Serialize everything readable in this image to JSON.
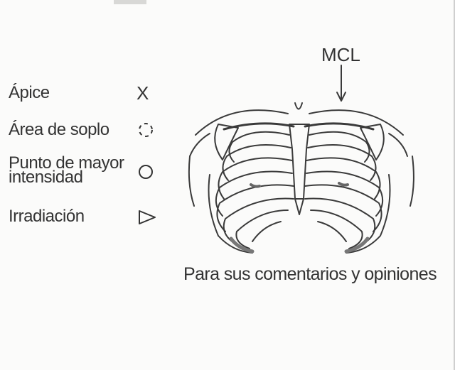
{
  "legend": {
    "items": [
      {
        "label": "Ápice",
        "symbol": "X",
        "icon": "x-mark-icon"
      },
      {
        "label": "Área de soplo",
        "icon": "dashed-circle-icon"
      },
      {
        "label_line1": "Punto de mayor",
        "label_line2": "intensidad",
        "icon": "circle-icon"
      },
      {
        "label": "Irradiación",
        "icon": "triangle-right-icon"
      }
    ]
  },
  "diagram": {
    "mcl_label": "MCL",
    "icon": "rib-cage-illustration"
  },
  "caption": "Para sus comentarios y opiniones"
}
